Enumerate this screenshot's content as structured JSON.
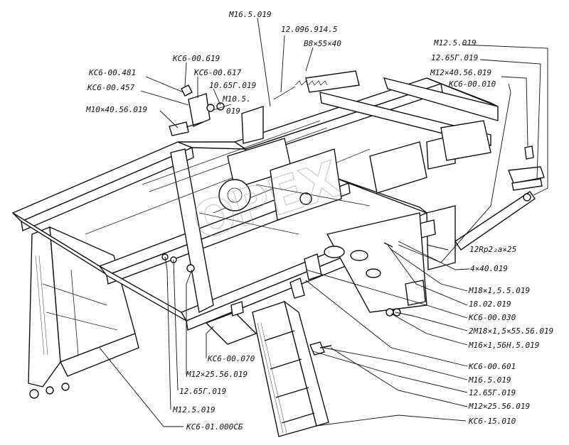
{
  "labels": {
    "l_m16_5_019_top": "М16.5.019",
    "l_12_096": "12.096.914.5",
    "l_b8": "В8×55×40",
    "l_ks6_00_619": "КС6-00.619",
    "l_ks6_00_481": "КС6-00.481",
    "l_ks6_00_617": "КС6-00.617",
    "l_ks6_00_457": "КС6-00.457",
    "l_10_65g": "10.65Г.019",
    "l_m10_5": "М10.5.",
    "l_019": "019",
    "l_m10x40": "М10×40.56.019",
    "l_m12_5_019_top": "М12.5.019",
    "l_12_65g_top": "12.65Г.019",
    "l_m12x40": "М12×40.56.019",
    "l_ks6_00_010": "КС6-00.010",
    "l_12rp": "12Rр2₂а×25",
    "l_4x40": "4×40.019",
    "l_m18x15": "М18×1,5.5.019",
    "l_18_02": "18.02.019",
    "l_ks6_00_030": "КС6-00.030",
    "l_2m18": "2М18×1,5×55.56.019",
    "l_m16x156": "М16×1,56Н.5.019",
    "l_ks6_00_601": "КС6-00.601",
    "l_m16_5_019_bot": "М16.5.019",
    "l_12_65g_mid": "12.65Г.019",
    "l_m12x25_right": "М12×25.56.019",
    "l_ks6_15_010": "КС6-15.010",
    "l_ks6_00_070": "КС6-00.070",
    "l_m12x25_left": "М12×25.56.019",
    "l_12_65g_left": "12.65Г.019",
    "l_m12_5_019_left": "М12.5.019",
    "l_ks6_01_000": "КС6-01.000СБ"
  },
  "watermark": "ОРЕХ"
}
